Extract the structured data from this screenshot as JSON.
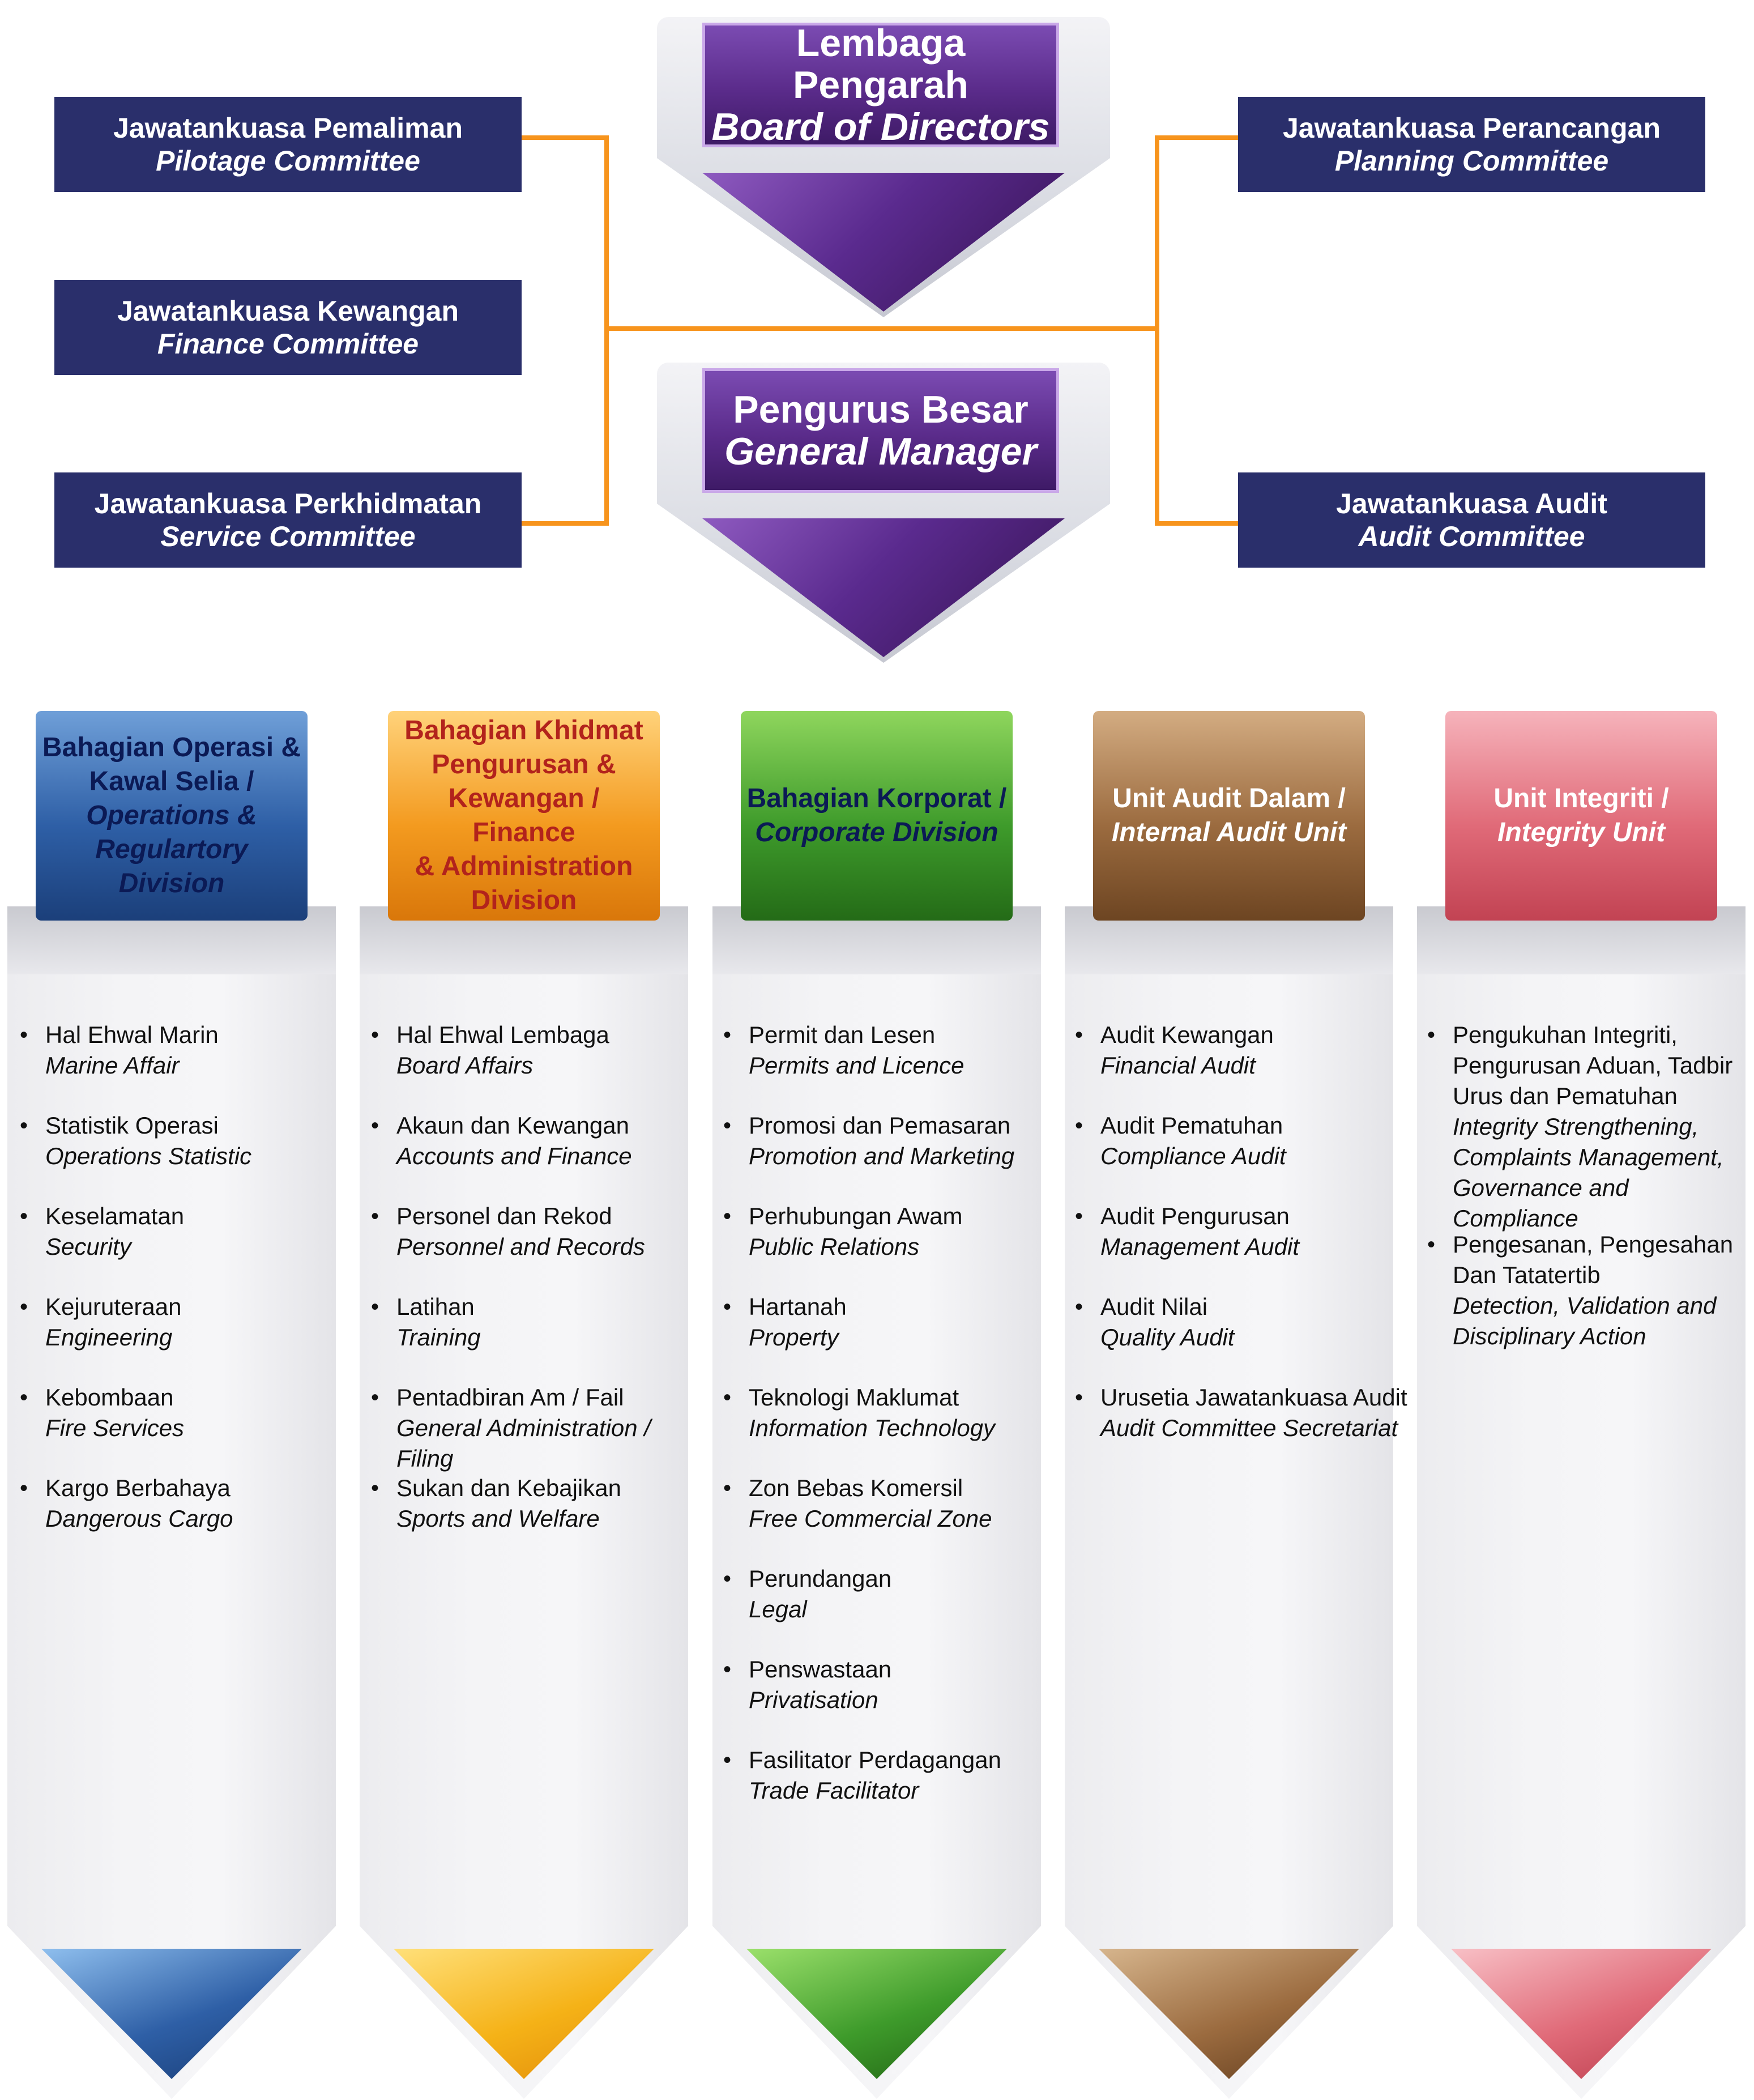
{
  "board": {
    "ms": "Lembaga Pengarah",
    "en": "Board of Directors"
  },
  "manager": {
    "ms": "Pengurus Besar",
    "en": "General Manager"
  },
  "committees": {
    "pilotage": {
      "ms": "Jawatankuasa Pemaliman",
      "en": "Pilotage Committee"
    },
    "finance": {
      "ms": "Jawatankuasa Kewangan",
      "en": "Finance Committee"
    },
    "service": {
      "ms": "Jawatankuasa Perkhidmatan",
      "en": "Service Committee"
    },
    "planning": {
      "ms": "Jawatankuasa Perancangan",
      "en": "Planning Committee"
    },
    "audit": {
      "ms": "Jawatankuasa Audit",
      "en": "Audit Committee"
    }
  },
  "colors": {
    "committee": "#2a2f6b",
    "connector": "#f7941d",
    "node": "#5a2b8a",
    "operations": "#2e5fa6",
    "finance_admin": "#f39a1f",
    "corporate": "#3e9b2b",
    "internal_audit": "#9b6b3f",
    "integrity": "#e06a78"
  },
  "divisions": [
    {
      "heading": [
        "Bahagian Operasi &",
        "Kawal Selia /",
        "Operations &",
        "Regulartory Division"
      ],
      "items": [
        {
          "ms": "Hal Ehwal Marin",
          "en": "Marine Affair"
        },
        {
          "ms": "Statistik Operasi",
          "en": "Operations Statistic"
        },
        {
          "ms": "Keselamatan",
          "en": "Security"
        },
        {
          "ms": "Kejuruteraan",
          "en": "Engineering"
        },
        {
          "ms": "Kebombaan",
          "en": "Fire Services"
        },
        {
          "ms": "Kargo Berbahaya",
          "en": "Dangerous Cargo"
        }
      ]
    },
    {
      "heading": [
        "Bahagian Khidmat",
        "Pengurusan &",
        "Kewangan / Finance",
        "& Administration",
        "Division"
      ],
      "items": [
        {
          "ms": "Hal Ehwal Lembaga",
          "en": "Board Affairs"
        },
        {
          "ms": "Akaun dan Kewangan",
          "en": "Accounts and Finance"
        },
        {
          "ms": "Personel dan Rekod",
          "en": "Personnel and Records"
        },
        {
          "ms": "Latihan",
          "en": "Training"
        },
        {
          "ms": "Pentadbiran Am / Fail",
          "en": "General Administration / Filing"
        },
        {
          "ms": "Sukan dan Kebajikan",
          "en": "Sports and Welfare"
        }
      ]
    },
    {
      "heading": [
        "Bahagian Korporat /",
        "Corporate Division"
      ],
      "items": [
        {
          "ms": "Permit dan Lesen",
          "en": "Permits and Licence"
        },
        {
          "ms": "Promosi dan Pemasaran",
          "en": "Promotion and Marketing"
        },
        {
          "ms": "Perhubungan Awam",
          "en": "Public Relations"
        },
        {
          "ms": "Hartanah",
          "en": "Property"
        },
        {
          "ms": "Teknologi Maklumat",
          "en": "Information Technology"
        },
        {
          "ms": "Zon Bebas Komersil",
          "en": "Free Commercial Zone"
        },
        {
          "ms": "Perundangan",
          "en": "Legal"
        },
        {
          "ms": "Penswastaan",
          "en": "Privatisation"
        },
        {
          "ms": "Fasilitator Perdagangan",
          "en": "Trade Facilitator"
        }
      ]
    },
    {
      "heading": [
        "Unit Audit Dalam /",
        "Internal Audit Unit"
      ],
      "items": [
        {
          "ms": "Audit Kewangan",
          "en": "Financial Audit"
        },
        {
          "ms": "Audit Pematuhan",
          "en": "Compliance Audit"
        },
        {
          "ms": "Audit Pengurusan",
          "en": "Management Audit"
        },
        {
          "ms": "Audit Nilai",
          "en": "Quality Audit"
        },
        {
          "ms": "Urusetia Jawatankuasa Audit",
          "en": "Audit Committee Secretariat"
        }
      ]
    },
    {
      "heading": [
        "Unit Integriti /",
        "Integrity Unit"
      ],
      "items": [
        {
          "ms": "Pengukuhan Integriti, Pengurusan Aduan, Tadbir Urus dan Pematuhan",
          "en": "Integrity Strengthening, Complaints Management, Governance and Compliance"
        },
        {
          "ms": "Pengesanan, Pengesahan Dan Tatatertib",
          "en": "Detection, Validation and Disciplinary Action"
        }
      ]
    }
  ]
}
